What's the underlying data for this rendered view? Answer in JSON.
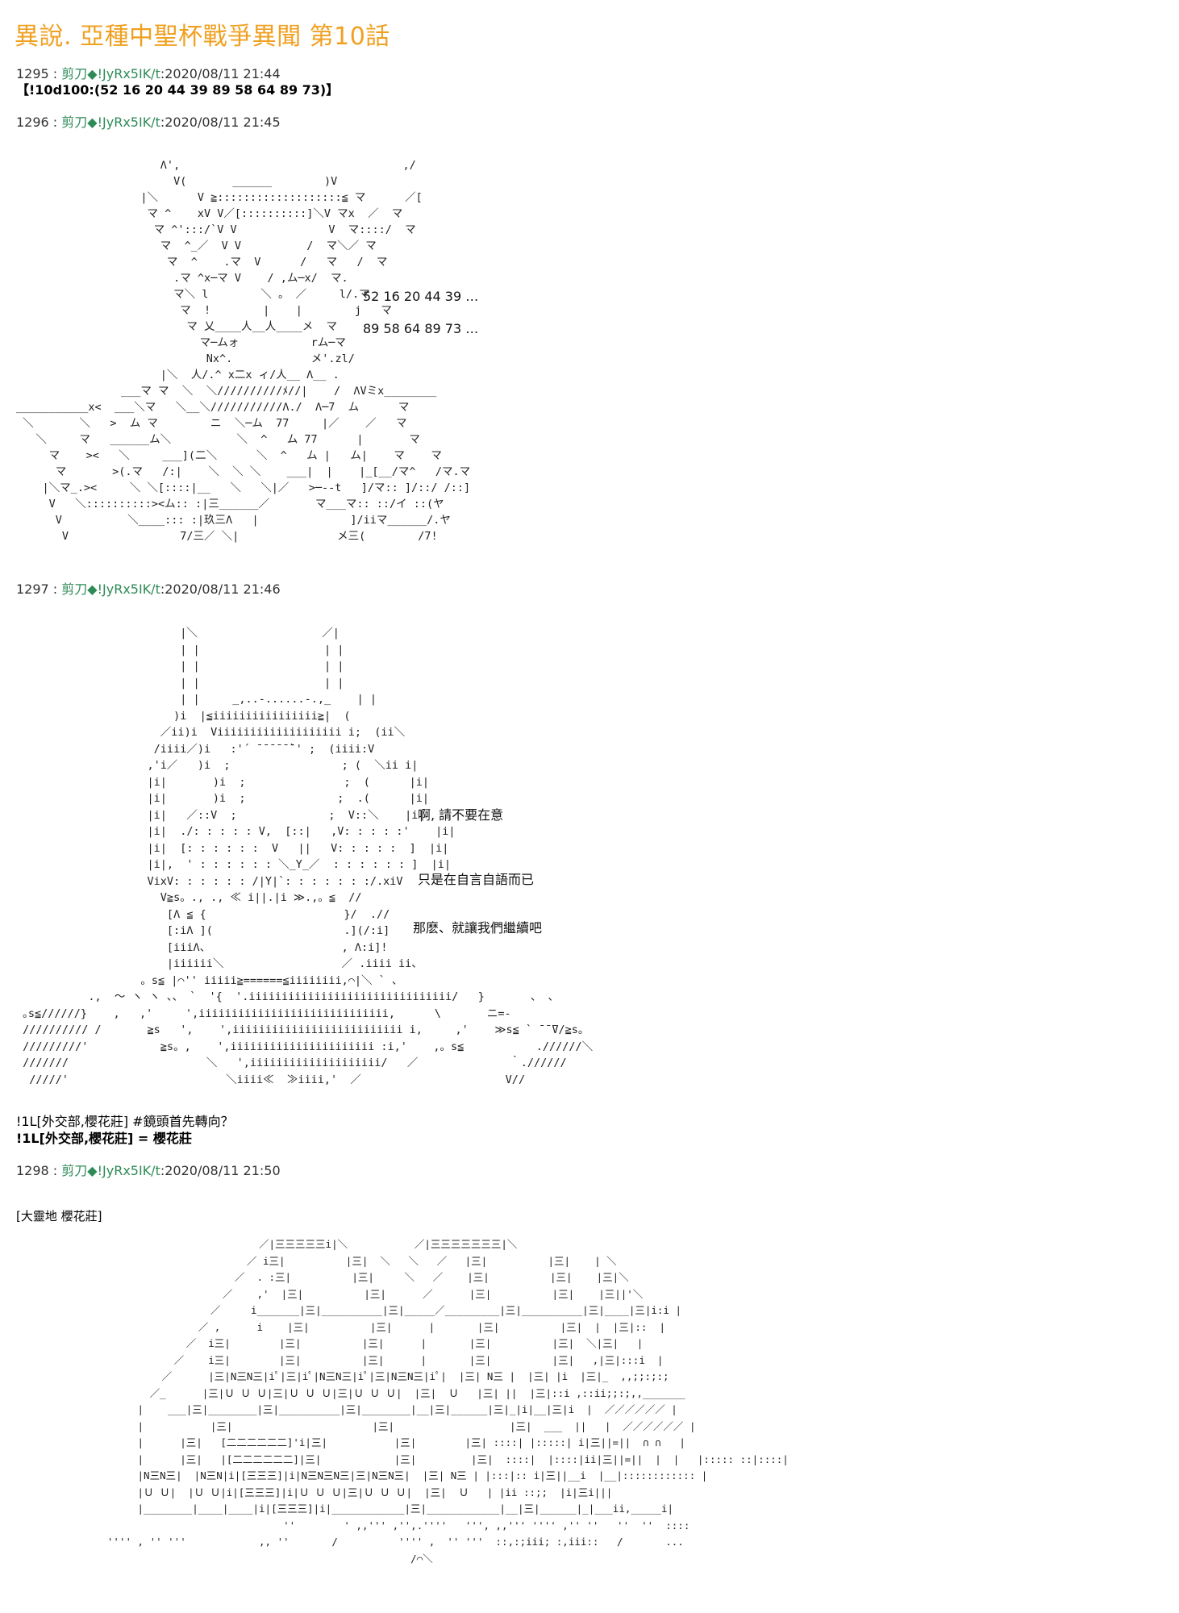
{
  "title": "異說. 亞種中聖杯戰爭異聞 第10話",
  "posts": [
    {
      "number": "1295",
      "sep": " : ",
      "name": "剪刀",
      "trip": "◆!JyRx5IK/t",
      "date": ":2020/08/11 21:44"
    },
    {
      "number": "1296",
      "sep": " : ",
      "name": "剪刀",
      "trip": "◆!JyRx5IK/t",
      "date": ":2020/08/11 21:45"
    },
    {
      "number": "1297",
      "sep": " : ",
      "name": "剪刀",
      "trip": "◆!JyRx5IK/t",
      "date": ":2020/08/11 21:46"
    },
    {
      "number": "1298",
      "sep": " : ",
      "name": "剪刀",
      "trip": "◆!JyRx5IK/t",
      "date": ":2020/08/11 21:50"
    }
  ],
  "dice_roll": "【!10d100:(52 16 20 44 39 89 58 64 89 73)】",
  "art1_side": [
    "52  16  20  44  39 …",
    "89  58  64  89  73 …"
  ],
  "art2_side": [
    "啊, 請不要在意",
    "只是在自言自語而已",
    "那麽、就讓我們繼續吧"
  ],
  "commands": [
    "!1L[外交部,櫻花莊] #鏡頭首先轉向？",
    "!1L[外交部,櫻花莊] = 櫻花莊"
  ],
  "location_tag": "[大靈地 櫻花莊]",
  "ascii_art": {
    "art1": "                      Λ',                                  ,/\n                        V(       ______        )V\n                   |＼      V ≧:::::::::::::::::::≦ マ      ／[\n                    マ ^    xV V／[::::::::::]＼V マx  ／  マ\n                     マ ^':::/`V V              V  マ::::/  マ\n                      マ  ^_／  V V          /  マ＼／ マ\n                       マ  ^    .マ  V      /   マ   /  マ\n                        .マ ^x─マ V    / ,ム─x/  マ.\n                        マ＼ l        ＼ 。 ／     l/.マ\n                         マ  !        |    |        j   マ\n                          マ 乂____人__人____メ  マ\n                            マ─ムォ           rム─マ\n                             Nx^.            メ'.zl/\n                      |＼  人/.^ x二x ィ/人__ Λ__ .\n                ___マ マ  ＼  ＼//////////ﾒ//|    /  ΛVミx________\n___________x<  ___＼マ   ＼__＼///////////Λ./  Λ─7  ム      マ\n ＼       ＼   >  ム マ        ニ  ＼─ム  77     |／    ／   マ\n   ＼     マ   ______ム＼          ＼  ^   ム 77      |       マ\n     マ    ><   ＼     ___](二＼      ＼  ^   ム |   ム|    マ    マ\n      マ       >(.マ   /:|    ＼  ＼ ＼    ___|  |    |_[__/マ^   /マ.マ\n    |＼マ_.><     ＼ ＼[::::|__   ＼   ＼|／   >─--t   ]/マ:: ]/::/ /::]\n     V   ＼::::::::::><ム:: :|三______／       マ___マ:: ::/イ ::(ヤ\n      V          ＼____::: :|玖三Λ   |              ]/iiマ______/.ヤ\n       V                 7/三／ ＼|               メ三(        /7!",
    "art2": "                         |＼                   ／|\n                         | |                   | |\n                         | |                   | |\n                         | |                   | |\n                         | |     _,..-......-.,_    | |\n                        )i  |≦iiiiiiiiiiiiiiii≧|  (\n                      ／ii)i  Viiiiiiiiiiiiiiiiiii i;  (ii＼\n                     /iiii／)i   :'´ ̄ ̄ ̄ ̄ ̄ ̄`' ;  (iiii:V\n                    ,'i／   )i  ;                 ; (  ＼ii i|\n                    |i|       )i  ;               ;  (      |i|\n                    |i|       )i  ;              ;  .(      |i|\n                    |i|   ／::V  ;              ;  V::＼    |i|\n                    |i|  ./: : : : : V,  [::|   ,V: : : : :'    |i|\n                    |i|  [: : : : : :  V   ||   V: : : : :  ]  |i|\n                    |i|,  ' : : : : : : ＼_Y_／  : : : : : : ]  |i|\n                    VixV: : : : : : /|Y|`: : : : : : :/.xiV\n                      V≧s。., ., ≪ i||.|i ≫.,。≦  //\n                       [Λ ≦ {                     }/  .//\n                       [:iΛ ](                    .](/:i]\n                       [iiiΛ、                    , Λ:i]!\n                       |iiiiii＼                  ／ .iiii ii、\n                   。s≦ |⌒'' iiiii≧======≦iiiiiiii,⌒|＼ ` 、\n           .,  ～ ヽ ヽ 、、 `  '{  '.iiiiiiiiiiiiiiiiiiiiiiiiiiiiiii/   }       、 、\n ｡s≦//////}    ,   ,'     ',iiiiiiiiiiiiiiiiiiiiiiiiiiiii,      \\       ニ=-\n ////////// /       ≧s   ',    ',iiiiiiiiiiiiiiiiiiiiiiiiii i,     ,'    ≫s≦ ` ̄ ̄ ̄V/≧s。\n /////////'           ≧s。,    ',iiiiiiiiiiiiiiiiiiiiii :i,'    ,。s≦           .//////＼\n ///////                     ＼   ',iiiiiiiiiiiiiiiiiiii/   ／              ｀.//////\n  /////'                        ＼iiii≪  ≫iiii,'  ／                      V//",
    "art3": "                                        ／|三三三三三i|＼           ／|三三三三三三三|＼\n                                      ／ i三|          |三|  ＼   ＼   ／   |三|          |三|    | ＼\n                                    ／  . :三|          |三|     ＼   ／    |三|          |三|    |三|＼\n                                  ／    ,'  |三|          |三|      ／      |三|          |三|    |三||'＼\n                                ／     i_______|三|__________|三|_____／_________|三|__________|三|____|三|i:i |\n                              ／ ,      i    |三|          |三|      |       |三|          |三|  |  |三|::  |\n                            ／  i三|        |三|          |三|      |       |三|          |三|  ＼|三|   |\n                          ／    i三|        |三|          |三|      |       |三|          |三|   ,|三|:::i  |\n                        ／      |三|N三N三|iﾟ|三|iﾟ|N三N三|iﾟ|三|N三N三|iﾟ|  |三| N三 |  |三| |i  |三|_  ,,;;:;:;\n                      ／_      |三|Ｕ Ｕ Ｕ|三|Ｕ Ｕ Ｕ|三|Ｕ Ｕ Ｕ|  |三|  Ｕ   |三| ||  |三|::i ,::ii;;:;,,_______\n                    |    ___|三|________|三|__________|三|________|__|三|______|三|_|i|__|三|i  |  ／／／／／／ |\n                    |           |三|                       |三|                   |三|  ___  ||   |  ／／／／／／ |\n                    |      |三|   [二二二二二二]'i|三|           |三|        |三| ::::| |:::::| i|三||=||  ∩ ∩   |\n                    |      |三|   |[二二二二二二]|三|            |三|         |三|  ::::|  |::::|ii|三||=||  |  |   |::::: ::|::::|\n                    |N三N三|  |N三N|i|[三三三]|i|N三N三N三|三|N三N三|  |三| N三 | |:::|:: i|三||__i  |__|:::::::::::: |\n                    |Ｕ Ｕ|  |Ｕ Ｕ|i|[三三三]|i|Ｕ Ｕ Ｕ|三|Ｕ Ｕ Ｕ|  |三|  Ｕ   | |ii ::;;  |i|三i|||\n                    |________|____|____|i|[三三三]|i|____________|三|____________|__|三|______|_|___ii,_____i|\n                                            ''        ' ,,''' ,'',.''''   ''', ,,''' '''' ,'' ''   ''  ''  ::::\n               '''' , '' '''            ,, ''       /          '''' ,  '' '''  ::,:;iii; :,iii::   /       ...\n                                                                 /⌒＼"
  }
}
